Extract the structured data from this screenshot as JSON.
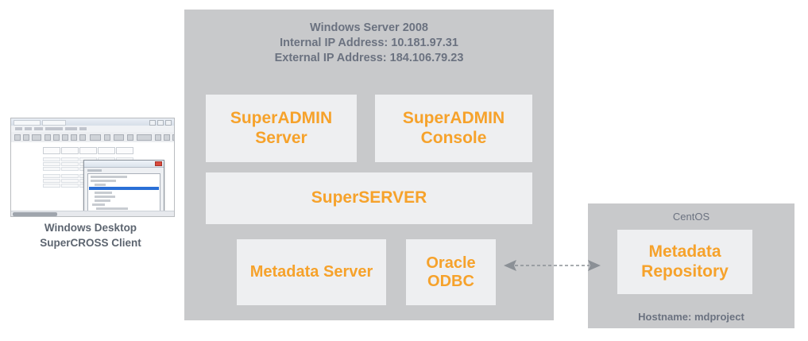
{
  "diagram": {
    "colors": {
      "panel_bg": "#c8c9cb",
      "box_bg": "#eeeff1",
      "box_text": "#f6a22b",
      "panel_text": "#6b7280",
      "connector": "#8b9096"
    },
    "server_panel": {
      "title": "Windows Server 2008\nInternal IP Address: 10.181.97.31\nExternal IP Address: 184.106.79.23",
      "title_lines": [
        "Windows Server 2008",
        "Internal IP Address: 10.181.97.31",
        "External IP Address: 184.106.79.23"
      ],
      "os": "Windows Server 2008",
      "internal_ip": "10.181.97.31",
      "external_ip": "184.106.79.23",
      "components": [
        {
          "label": "SuperADMIN\nServer",
          "name": "superadmin-server"
        },
        {
          "label": "SuperADMIN\nConsole",
          "name": "superadmin-console"
        },
        {
          "label": "SuperSERVER",
          "name": "superserver"
        },
        {
          "label": "Metadata Server",
          "name": "metadata-server"
        },
        {
          "label": "Oracle\nODBC",
          "name": "oracle-odbc"
        }
      ]
    },
    "centos_panel": {
      "title": "CentOS",
      "component": "Metadata\nRepository",
      "footer": "Hostname: mdproject",
      "hostname": "mdproject"
    },
    "client": {
      "caption": "Windows Desktop\nSuperCROSS Client",
      "caption_lines": [
        "Windows Desktop",
        "SuperCROSS Client"
      ],
      "thumbnail_alt": "supercross-client-window-screenshot"
    },
    "connector": {
      "name": "odbc-to-repository-link",
      "style": "dashed",
      "direction": "bidirectional"
    }
  }
}
